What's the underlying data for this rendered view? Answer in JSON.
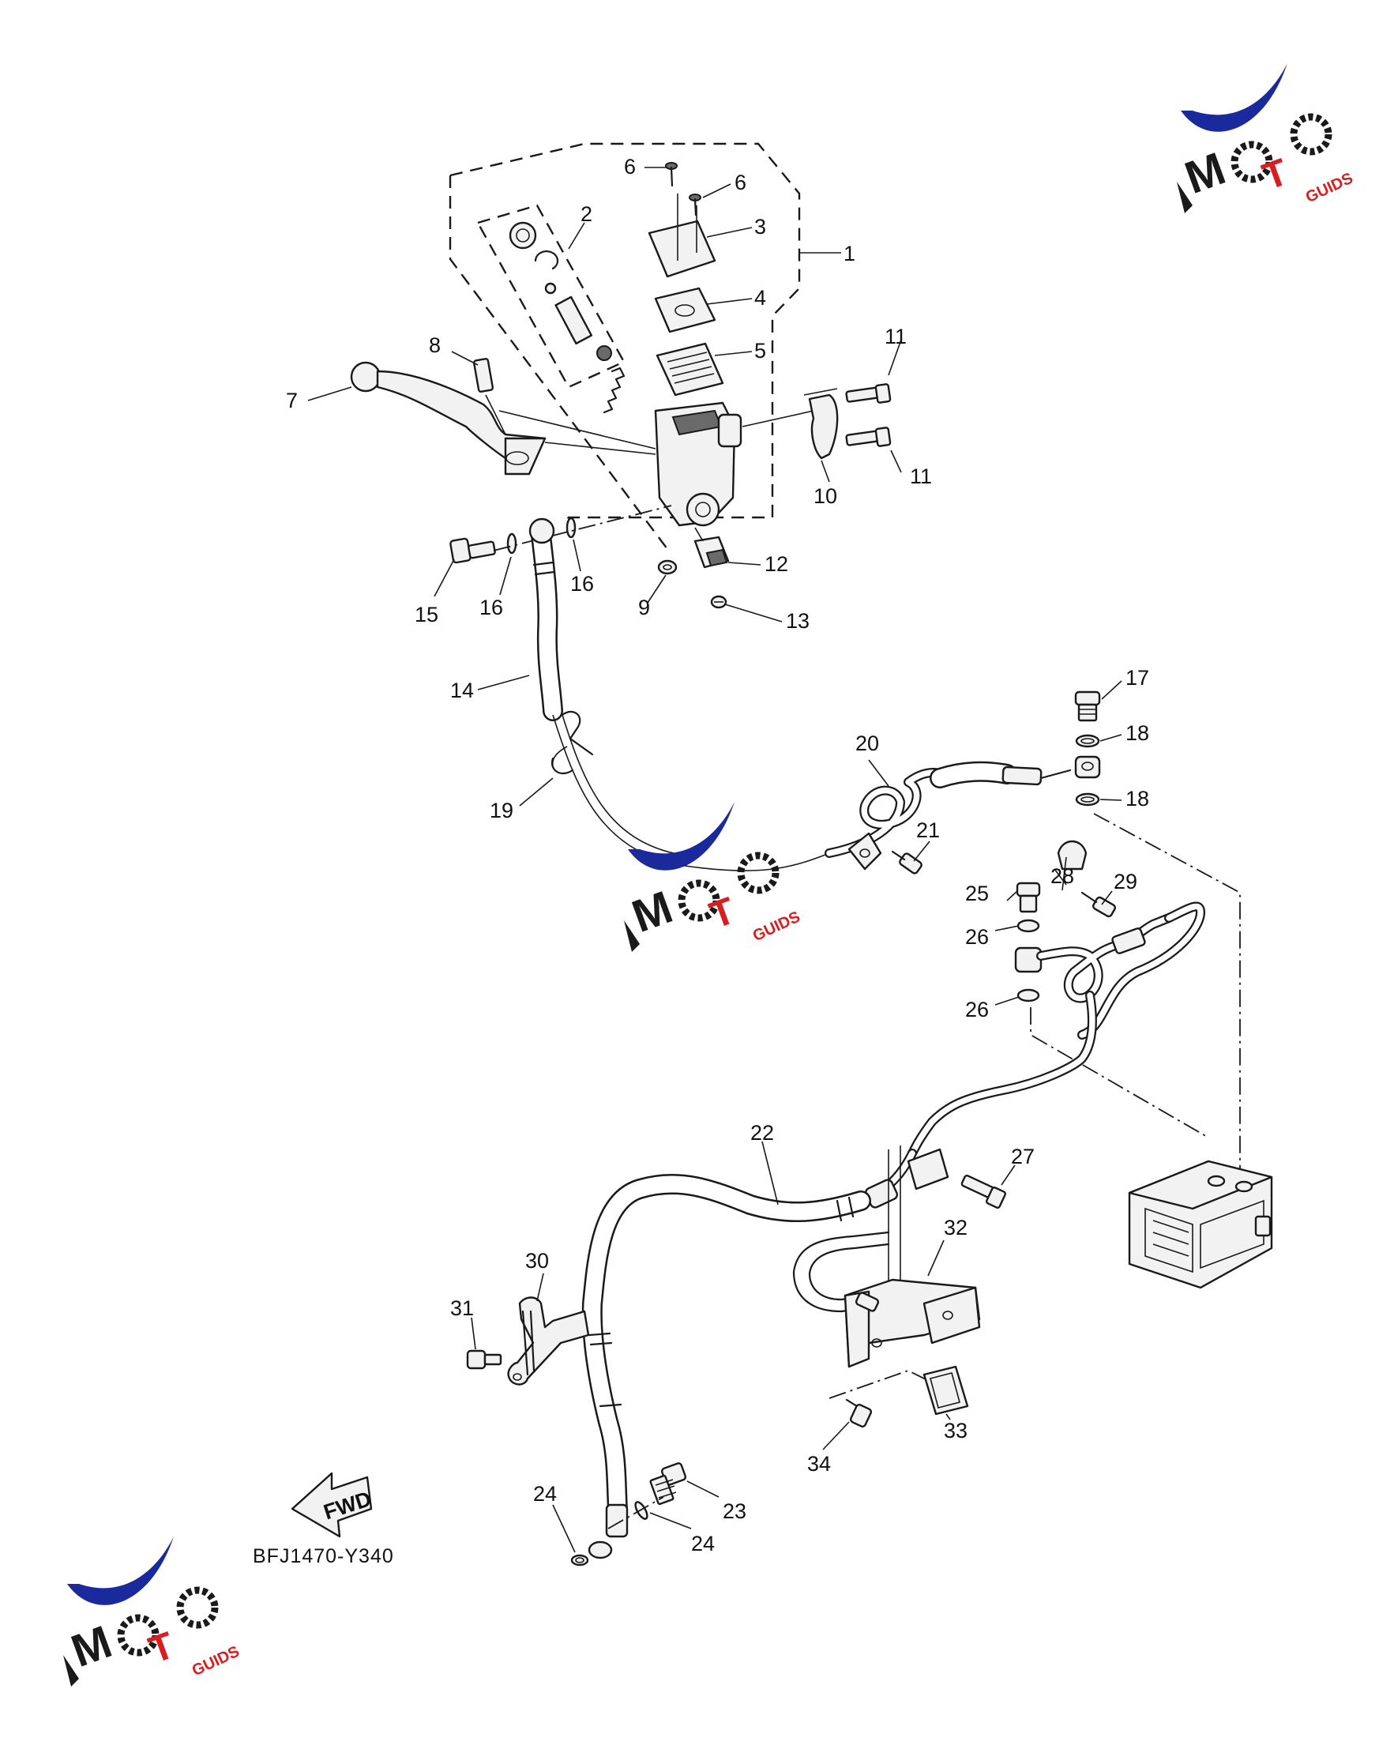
{
  "diagram": {
    "code": "BFJ1470-Y340",
    "direction_label": "FWD",
    "callouts": [
      {
        "id": "c1",
        "text": "1"
      },
      {
        "id": "c2",
        "text": "2"
      },
      {
        "id": "c3",
        "text": "3"
      },
      {
        "id": "c4",
        "text": "4"
      },
      {
        "id": "c5",
        "text": "5"
      },
      {
        "id": "c6a",
        "text": "6"
      },
      {
        "id": "c6b",
        "text": "6"
      },
      {
        "id": "c7",
        "text": "7"
      },
      {
        "id": "c8",
        "text": "8"
      },
      {
        "id": "c9",
        "text": "9"
      },
      {
        "id": "c10",
        "text": "10"
      },
      {
        "id": "c11a",
        "text": "11"
      },
      {
        "id": "c11b",
        "text": "11"
      },
      {
        "id": "c12",
        "text": "12"
      },
      {
        "id": "c13",
        "text": "13"
      },
      {
        "id": "c14",
        "text": "14"
      },
      {
        "id": "c15",
        "text": "15"
      },
      {
        "id": "c16a",
        "text": "16"
      },
      {
        "id": "c16b",
        "text": "16"
      },
      {
        "id": "c17",
        "text": "17"
      },
      {
        "id": "c18a",
        "text": "18"
      },
      {
        "id": "c18b",
        "text": "18"
      },
      {
        "id": "c19",
        "text": "19"
      },
      {
        "id": "c20",
        "text": "20"
      },
      {
        "id": "c21",
        "text": "21"
      },
      {
        "id": "c22",
        "text": "22"
      },
      {
        "id": "c23",
        "text": "23"
      },
      {
        "id": "c24a",
        "text": "24"
      },
      {
        "id": "c24b",
        "text": "24"
      },
      {
        "id": "c25",
        "text": "25"
      },
      {
        "id": "c26a",
        "text": "26"
      },
      {
        "id": "c26b",
        "text": "26"
      },
      {
        "id": "c27",
        "text": "27"
      },
      {
        "id": "c28",
        "text": "28"
      },
      {
        "id": "c29",
        "text": "29"
      },
      {
        "id": "c30",
        "text": "30"
      },
      {
        "id": "c31",
        "text": "31"
      },
      {
        "id": "c32",
        "text": "32"
      },
      {
        "id": "c33",
        "text": "33"
      },
      {
        "id": "c34",
        "text": "34"
      }
    ]
  },
  "watermark": {
    "letters": [
      "M",
      "O",
      "T",
      "O"
    ],
    "subtext": "GUIDS",
    "colors": {
      "arc": "#1a2a9c",
      "accent": "#d81e1e",
      "dark": "#1a1a1a"
    }
  }
}
